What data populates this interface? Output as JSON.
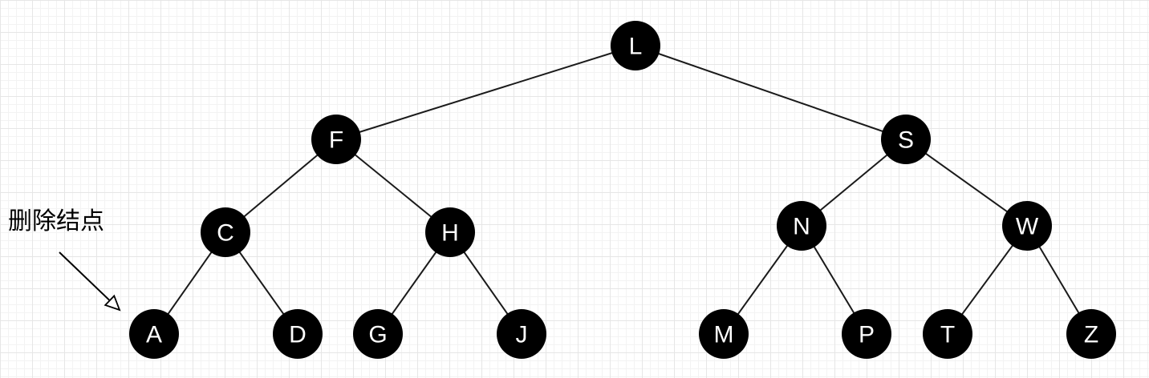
{
  "annotation": {
    "text": "删除结点",
    "target": "A"
  },
  "tree": {
    "node_color": "#000000",
    "label_color": "#ffffff",
    "nodes": [
      {
        "id": "L",
        "label": "L"
      },
      {
        "id": "F",
        "label": "F"
      },
      {
        "id": "S",
        "label": "S"
      },
      {
        "id": "C",
        "label": "C"
      },
      {
        "id": "H",
        "label": "H"
      },
      {
        "id": "N",
        "label": "N"
      },
      {
        "id": "W",
        "label": "W"
      },
      {
        "id": "A",
        "label": "A"
      },
      {
        "id": "D",
        "label": "D"
      },
      {
        "id": "G",
        "label": "G"
      },
      {
        "id": "J",
        "label": "J"
      },
      {
        "id": "M",
        "label": "M"
      },
      {
        "id": "P",
        "label": "P"
      },
      {
        "id": "T",
        "label": "T"
      },
      {
        "id": "Z",
        "label": "Z"
      }
    ],
    "edges": [
      [
        "L",
        "F"
      ],
      [
        "L",
        "S"
      ],
      [
        "F",
        "C"
      ],
      [
        "F",
        "H"
      ],
      [
        "S",
        "N"
      ],
      [
        "S",
        "W"
      ],
      [
        "C",
        "A"
      ],
      [
        "C",
        "D"
      ],
      [
        "H",
        "G"
      ],
      [
        "H",
        "J"
      ],
      [
        "N",
        "M"
      ],
      [
        "N",
        "P"
      ],
      [
        "W",
        "T"
      ],
      [
        "W",
        "Z"
      ]
    ]
  }
}
